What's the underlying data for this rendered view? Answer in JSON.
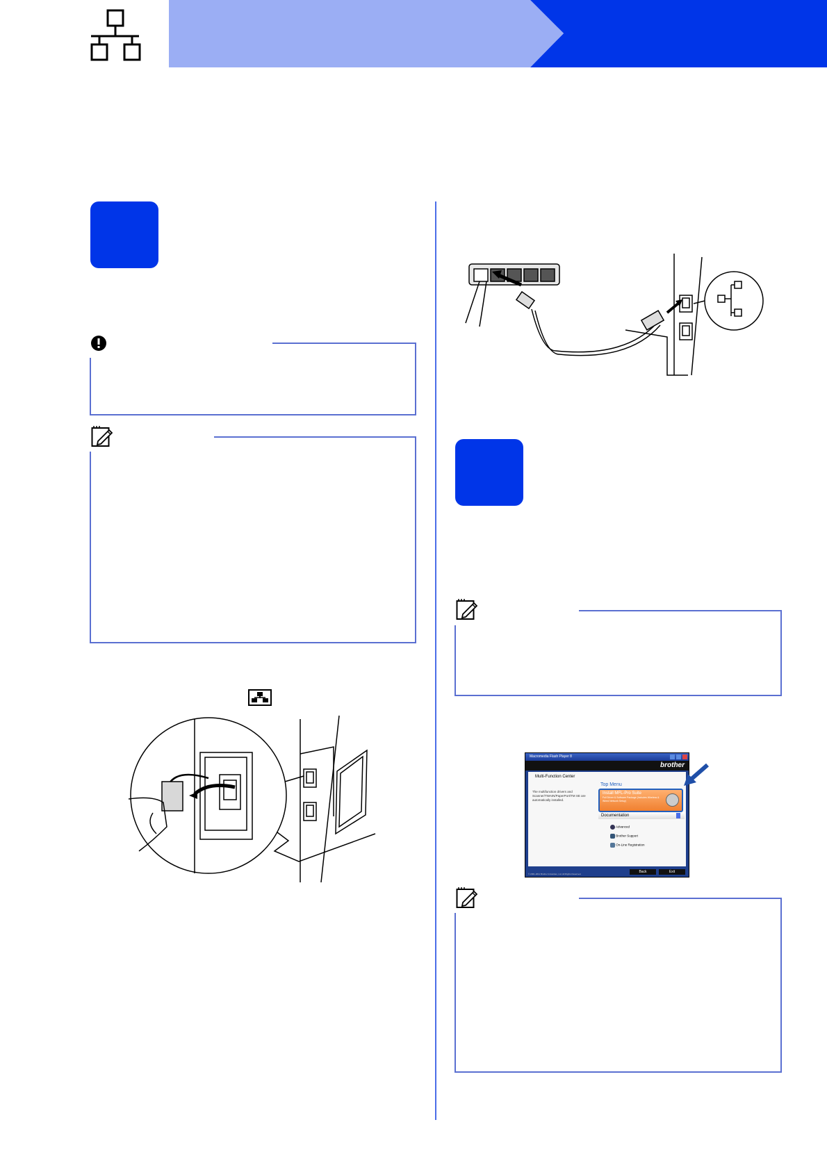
{
  "header": {
    "colors": {
      "light": "#9baef4",
      "dark": "#0035e8"
    },
    "icon": "network-topology-icon"
  },
  "left_column": {
    "step_marker": {
      "color": "#0035e8"
    },
    "important_callout": {
      "icon": "exclamation-icon"
    },
    "note_callout": {
      "icon": "note-pencil-icon"
    },
    "inline_symbol": {
      "icon": "lan-port-icon"
    },
    "illustration": {
      "icon": "remove-port-cap-illustration"
    }
  },
  "right_column": {
    "illustration": {
      "icon": "connect-lan-cable-illustration"
    },
    "step_marker": {
      "color": "#0035e8"
    },
    "note_callout_1": {
      "icon": "note-pencil-icon"
    },
    "screenshot": {
      "window_title": "Macromedia Flash Player 8",
      "brand": "brother",
      "section": "Multi-Function Center",
      "description": "The multifunction drivers and Scanner/TWAIN/PaperPort/TM SE are automatically installed.",
      "top_menu": "Top Menu",
      "items": [
        {
          "label": "Install MFL-Pro Suite",
          "sub": "Full Driver & Software Package (Includes Wireless & Wired Network Setup)"
        },
        {
          "label": "Documentation"
        },
        {
          "label": "Advanced"
        },
        {
          "label": "Brother Support"
        },
        {
          "label": "On-Line Registration"
        }
      ],
      "footer": "© 2001-2011 Brother Industries, Ltd. All Rights Reserved.",
      "buttons": [
        "Back",
        "Exit"
      ]
    },
    "note_callout_2": {
      "icon": "note-pencil-icon"
    }
  }
}
